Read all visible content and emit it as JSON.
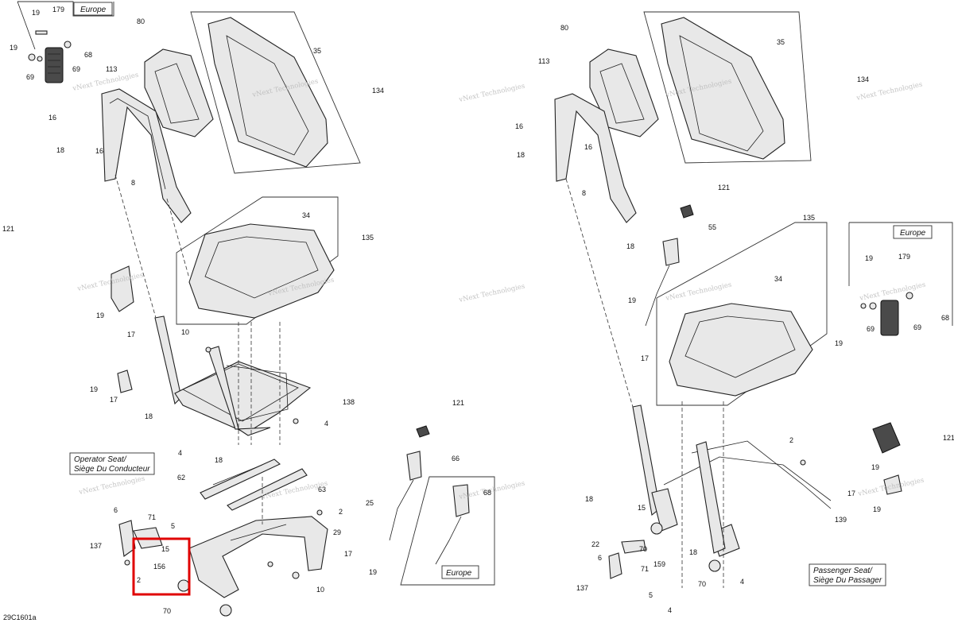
{
  "diagram_code": "29C1601a",
  "watermark": "vNext Technologies",
  "boxes": {
    "europe_top_left": "Europe",
    "europe_right": "Europe",
    "europe_belt": "Europe",
    "operator_seat": [
      "Operator Seat/",
      "Siège Du Conducteur"
    ],
    "passenger_seat": [
      "Passenger Seat/",
      "Siège Du Passager"
    ]
  },
  "callouts": {
    "left": [
      "19",
      "179",
      "19",
      "68",
      "69",
      "69",
      "80",
      "35",
      "134",
      "113",
      "16",
      "16",
      "18",
      "8",
      "34",
      "135",
      "121",
      "19",
      "17",
      "10",
      "19",
      "17",
      "18",
      "138",
      "4",
      "4",
      "18",
      "121",
      "66",
      "62",
      "63",
      "6",
      "71",
      "5",
      "137",
      "15",
      "156",
      "2",
      "2",
      "25",
      "17",
      "19",
      "68",
      "29",
      "70",
      "10"
    ],
    "right": [
      "80",
      "35",
      "134",
      "113",
      "16",
      "16",
      "18",
      "8",
      "121",
      "18",
      "55",
      "135",
      "34",
      "19",
      "17",
      "179",
      "19",
      "68",
      "69",
      "69",
      "19",
      "121",
      "19",
      "17",
      "19",
      "2",
      "18",
      "15",
      "139",
      "22",
      "159",
      "70",
      "6",
      "71",
      "137",
      "5",
      "4",
      "4",
      "70",
      "18"
    ]
  }
}
